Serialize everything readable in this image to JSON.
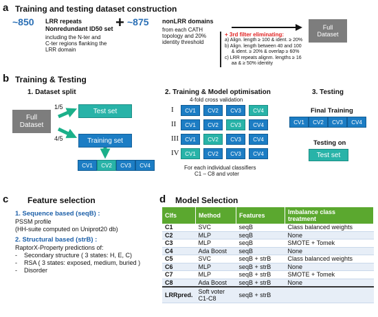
{
  "panel_a": {
    "letter": "a",
    "title": "Training and testing dataset construction",
    "lrr": {
      "count": "~850",
      "head1": "LRR repeats",
      "head2": "Nonredundant ID50 set",
      "l1": "including the N-ter and",
      "l2": "C-ter regions flanking the",
      "l3": "LRR domain"
    },
    "plus": "+",
    "nonlrr": {
      "count": "~875",
      "head": "nonLRR domains",
      "l1": "from each CATH",
      "l2": "topology and 20%",
      "l3": "identity threshold"
    },
    "filter": {
      "title": "+ 3rd filter eliminating:",
      "a": "a)  Align. length ≥ 100 & ident. ≥ 20%",
      "b1": "b)  Align. length between 40 and 100",
      "b2": "     & ident. ≥ 20% & overlap ≥ 60%",
      "c1": "c)  LRR repeats alignm. lengths ≥ 16",
      "c2": "     aa & ≥ 50% identity"
    },
    "full_dataset_l1": "Full",
    "full_dataset_l2": "Dataset"
  },
  "panel_b": {
    "letter": "b",
    "title": "Training & Testing",
    "split_title": "1. Dataset split",
    "full_l1": "Full",
    "full_l2": "Dataset",
    "frac_test": "1/5",
    "frac_train": "4/5",
    "test_set": "Test set",
    "training_set": "Training set",
    "cv": [
      "CV1",
      "CV2",
      "CV3",
      "CV4"
    ],
    "opt_title": "2. Training & Model optimisation",
    "cv_caption": "4-fold cross validation",
    "rows": [
      "I",
      "II",
      "III",
      "IV"
    ],
    "foot1": "For each individual classifiers",
    "foot2": "C1 – C8 and voter",
    "testing_title": "3. Testing",
    "final_training": "Final Training",
    "testing_on": "Testing on",
    "test_set2": "Test set"
  },
  "panel_c": {
    "letter": "c",
    "title": "Feature selection",
    "s1_title": "1.   Sequence based (seqB) :",
    "s1_l1": "PSSM profile",
    "s1_l2": "(HH-suite computed on Uniprot20 db)",
    "s2_title": "2.   Structural based (strB) :",
    "s2_l1": "RaptorX-Property predictions of:",
    "s2_b1": "-    Secondary structure ( 3 states: H, E, C)",
    "s2_b2": "-    RSA ( 3 states: exposed, medium, buried )",
    "s2_b3": "-    Disorder"
  },
  "panel_d": {
    "letter": "d",
    "title": "Model Selection",
    "headers": [
      "Clfs",
      "Method",
      "Features",
      "Imbalance class",
      "treatment"
    ],
    "rows": [
      [
        "C1",
        "SVC",
        "seqB",
        "Class balanced weights"
      ],
      [
        "C2",
        "MLP",
        "seqB",
        "None"
      ],
      [
        "C3",
        "MLP",
        "seqB",
        "SMOTE + Tomek"
      ],
      [
        "C4",
        "Ada Boost",
        "seqB",
        "None"
      ],
      [
        "C5",
        "SVC",
        "seqB + strB",
        "Class balanced weights"
      ],
      [
        "C6",
        "MLP",
        "seqB + strB",
        "None"
      ],
      [
        "C7",
        "MLP",
        "seqB + strB",
        "SMOTE + Tomek"
      ],
      [
        "C8",
        "Ada Boost",
        "seqB + strB",
        "None"
      ]
    ],
    "last": {
      "clf": "LRRpred.",
      "method1": "Soft voter",
      "method2": "C1-C8",
      "features": "seqB + strB",
      "treatment": ""
    }
  }
}
